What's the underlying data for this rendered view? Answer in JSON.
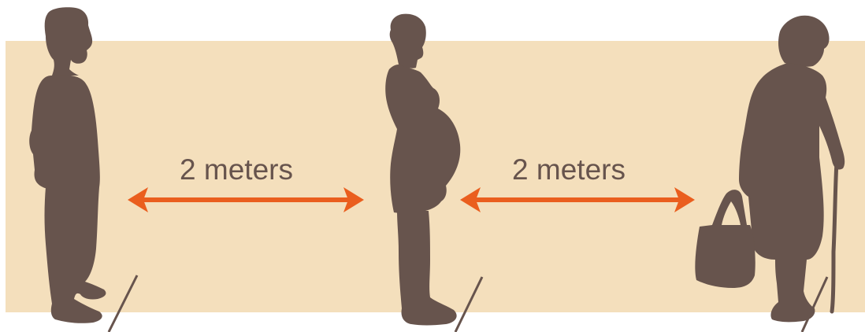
{
  "colors": {
    "background_band": "#f4dfbc",
    "silhouette": "#67544d",
    "arrow": "#ea5e1e",
    "label_text": "#67544d",
    "floor_marker": "#67544d"
  },
  "people": [
    {
      "id": "man",
      "icon": "man-silhouette-icon"
    },
    {
      "id": "pregnant-woman",
      "icon": "pregnant-woman-silhouette-icon"
    },
    {
      "id": "elderly-woman",
      "icon": "elderly-woman-with-cane-silhouette-icon"
    }
  ],
  "distances": [
    {
      "label": "2 meters"
    },
    {
      "label": "2 meters"
    }
  ]
}
